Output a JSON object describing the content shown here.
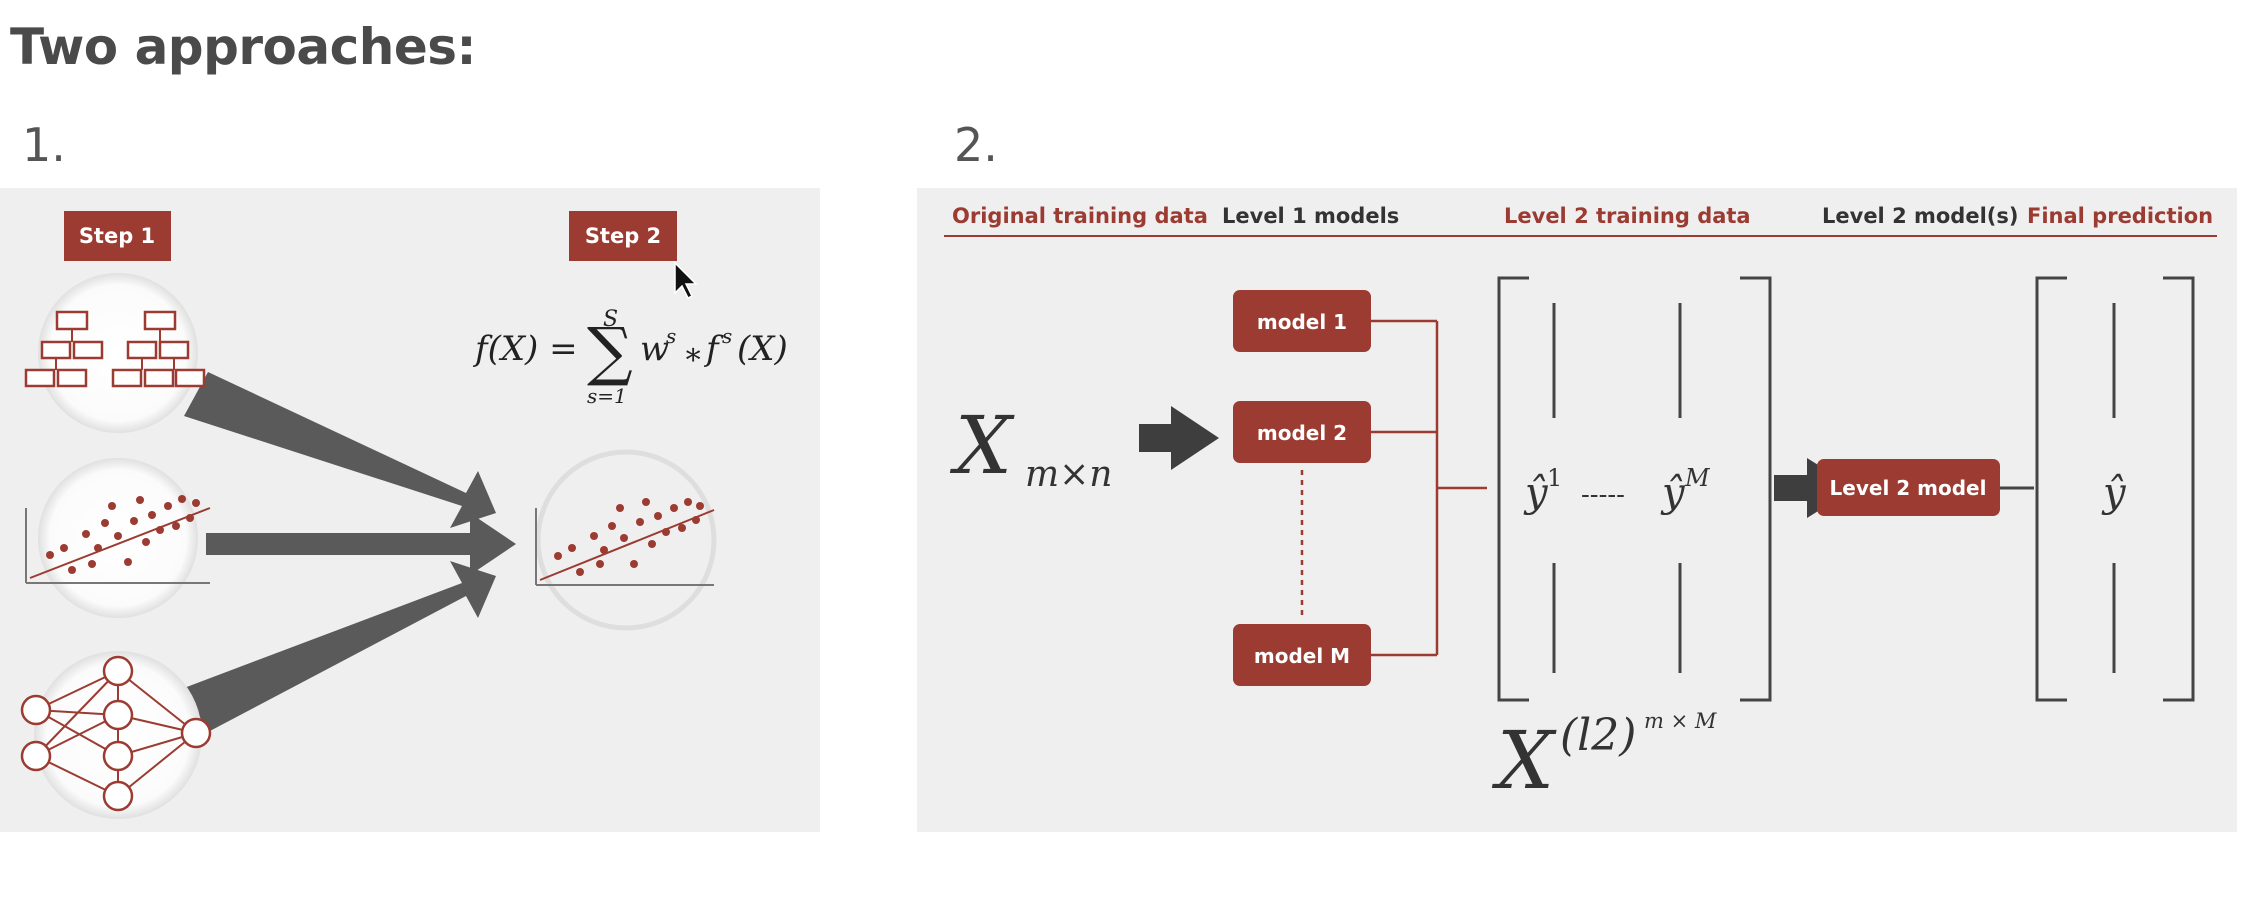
{
  "heading": "Two approaches:",
  "approach1": {
    "number": "1.",
    "step1": "Step 1",
    "step2": "Step 2",
    "formula": {
      "lhs": "f(X) =",
      "sum": "∑",
      "upper": "S",
      "lower": "s=1",
      "term_w": "w",
      "term_w_sup": "s",
      "star": "∗",
      "term_f": "f",
      "term_f_sup": "s",
      "term_arg": "(X)"
    }
  },
  "approach2": {
    "number": "2.",
    "headers": [
      "Original training data",
      "Level 1 models",
      "Level 2 training data",
      "Level 2 model(s)",
      "Final prediction"
    ],
    "input_symbol": "X",
    "input_subscript": "m×n",
    "models": [
      "model 1",
      "model 2",
      "model M"
    ],
    "level2_data": {
      "y1": "ŷ",
      "y1_sup": "1",
      "dashes": "-----",
      "yM": "ŷ",
      "yM_sup": "M"
    },
    "level2_model": "Level 2 model",
    "final": "ŷ",
    "bottom_symbol": "X",
    "bottom_paren": "(l2)",
    "bottom_sup": "m × M"
  },
  "colors": {
    "accent": "#9b3b31",
    "panel_bg": "#efefef",
    "arrow": "#555555",
    "text_dark": "#333333",
    "heading": "#4a4a4a"
  }
}
